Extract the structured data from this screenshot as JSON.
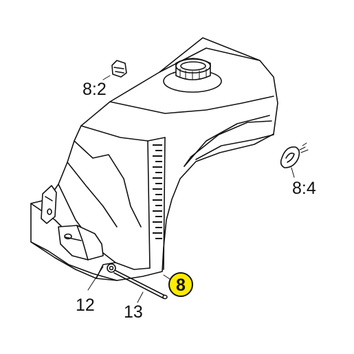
{
  "callouts": {
    "part_8_2": "8:2",
    "part_8_4": "8:4",
    "part_8": "8",
    "part_12": "12",
    "part_13": "13"
  },
  "colors": {
    "highlight_fill": "#ffeb00",
    "highlight_stroke": "#111111",
    "line": "#111111",
    "background": "#ffffff"
  },
  "icons": [
    "fuel-tank-body",
    "filler-neck",
    "cap-plug",
    "brand-logo-decal",
    "rod-pin",
    "fastener-ring"
  ]
}
